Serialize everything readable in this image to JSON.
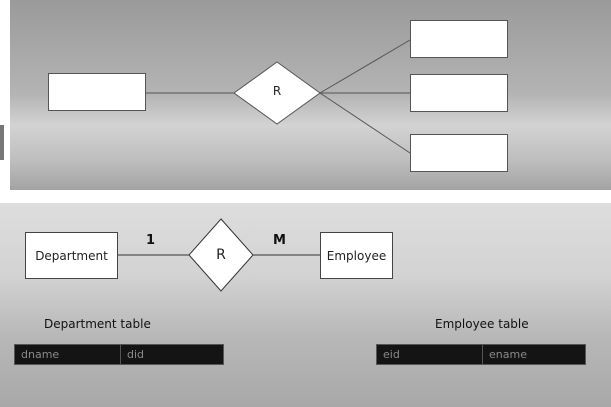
{
  "top_diagram": {
    "relationship_label": "R"
  },
  "bottom_diagram": {
    "entity_left": "Department",
    "entity_right": "Employee",
    "relationship_label": "R",
    "cardinality_left": "1",
    "cardinality_right": "M"
  },
  "tables": {
    "department": {
      "title": "Department table",
      "columns": [
        "dname",
        "did"
      ]
    },
    "employee": {
      "title": "Employee table",
      "columns": [
        "eid",
        "ename"
      ]
    }
  }
}
